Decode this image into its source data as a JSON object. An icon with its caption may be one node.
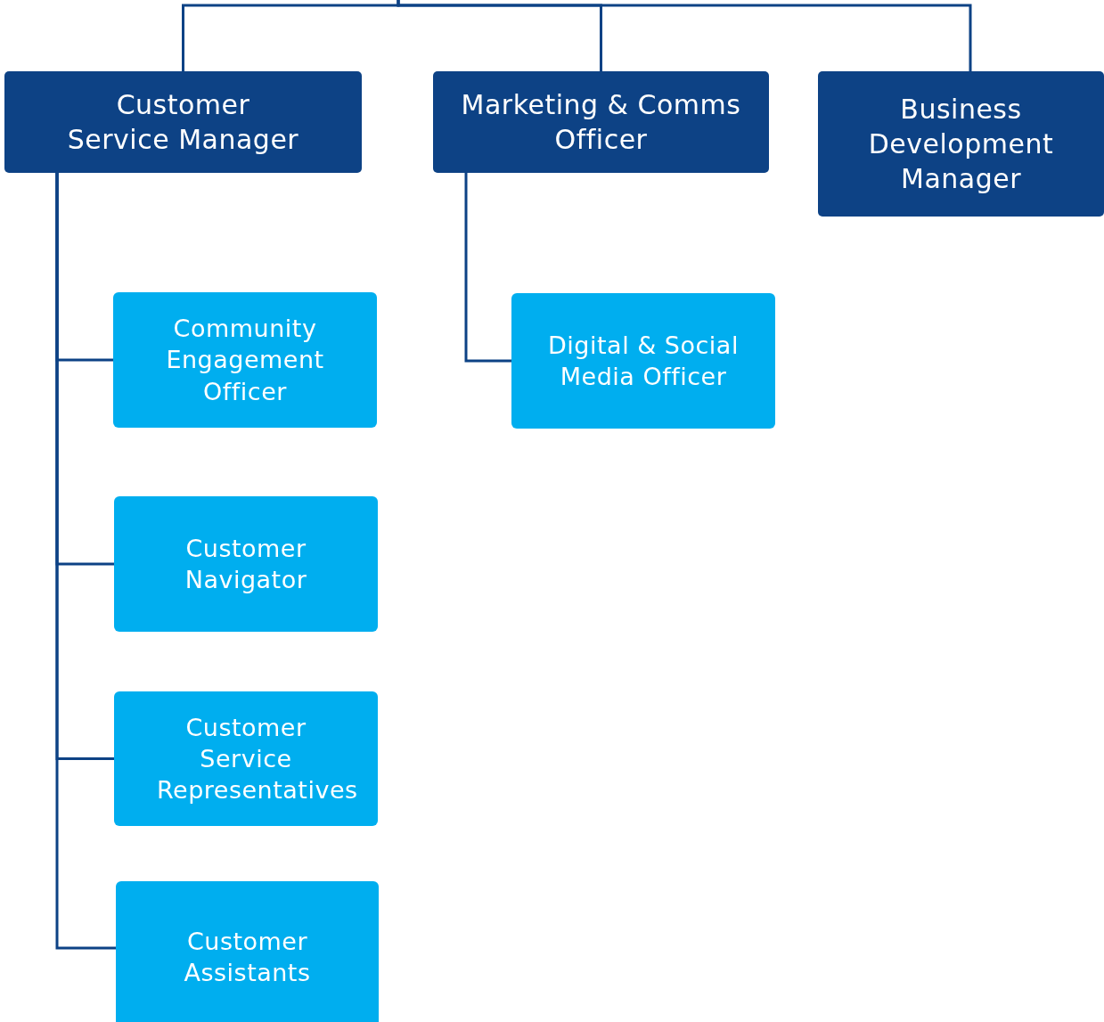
{
  "diagram": {
    "nodes": [
      {
        "text": [
          "Customer Service Manager"
        ]
      },
      {
        "text": [
          "Marketing & Comms Officer"
        ]
      },
      {
        "text": [
          "Business Development Manager"
        ]
      },
      {
        "text": [
          "Community Engagement Officer"
        ]
      },
      {
        "text": [
          "Customer Navigator"
        ]
      },
      {
        "text": [
          "Customer Service Representatives"
        ]
      },
      {
        "text": [
          "Customer Assistants"
        ]
      },
      {
        "text": [
          "Digital & Social Media Officer"
        ]
      }
    ],
    "edges": [
      {
        "from": null,
        "to": 0,
        "arrow": "none"
      },
      {
        "from": null,
        "to": 1,
        "arrow": "none"
      },
      {
        "from": null,
        "to": 2,
        "arrow": "none"
      },
      {
        "from": 0,
        "to": 3,
        "arrow": "none"
      },
      {
        "from": 0,
        "to": 4,
        "arrow": "none"
      },
      {
        "from": 0,
        "to": 5,
        "arrow": "none"
      },
      {
        "from": 0,
        "to": 6,
        "arrow": "none"
      },
      {
        "from": 1,
        "to": 7,
        "arrow": "none"
      }
    ]
  }
}
